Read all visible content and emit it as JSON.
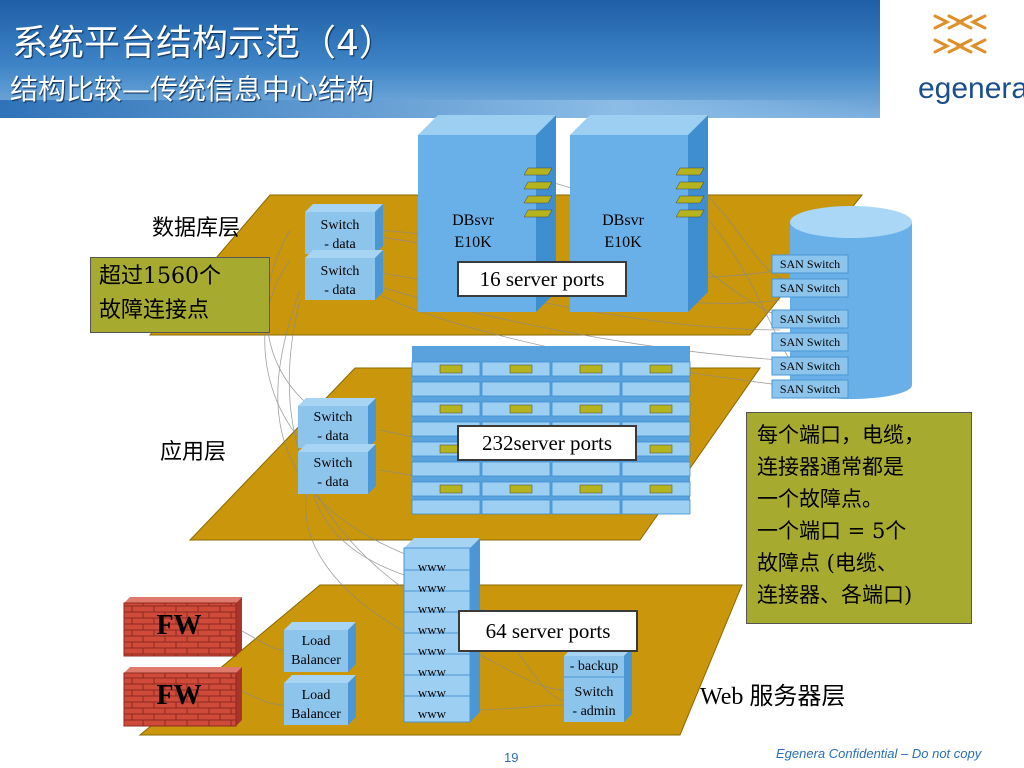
{
  "header": {
    "title": "系统平台结构示范（4）",
    "subtitle": "结构比较—传统信息中心结构",
    "logo": "egenera"
  },
  "layers": {
    "db": "数据库层",
    "app": "应用层",
    "web": "Web 服务器层"
  },
  "notes": {
    "left": [
      "超过1560个",
      "故障连接点"
    ],
    "right": [
      "每个端口，电缆，",
      "连接器通常都是",
      "一个故障点。",
      "一个端口 = 5个",
      "故障点 (电缆、",
      "连接器、各端口)"
    ]
  },
  "db_servers": [
    {
      "name": "DBsvr",
      "model": "E10K"
    },
    {
      "name": "DBsvr",
      "model": "E10K"
    }
  ],
  "db_switches": [
    {
      "line1": "Switch",
      "line2": "- data"
    },
    {
      "line1": "Switch",
      "line2": "- data"
    }
  ],
  "app_switches": [
    {
      "line1": "Switch",
      "line2": "- data"
    },
    {
      "line1": "Switch",
      "line2": "- data"
    }
  ],
  "san_switches": [
    "SAN Switch",
    "SAN Switch",
    "SAN Switch",
    "SAN Switch",
    "SAN Switch",
    "SAN Switch"
  ],
  "port_boxes": {
    "db": "16 server ports",
    "app": "232server ports",
    "web": "64 server ports"
  },
  "web_servers": [
    "www",
    "www",
    "www",
    "www",
    "www",
    "www",
    "www",
    "www"
  ],
  "load_balancers": [
    {
      "line1": "Load",
      "line2": "Balancer"
    },
    {
      "line1": "Load",
      "line2": "Balancer"
    }
  ],
  "firewalls": [
    "FW",
    "FW"
  ],
  "web_switch": {
    "backup": "- backup",
    "line1": "Switch",
    "line2": "- admin"
  },
  "footer": {
    "page": "19",
    "confidential": "Egenera Confidential – Do not copy"
  },
  "colors": {
    "platform": "#c9960c",
    "server_blue": "#6ab0e8",
    "note_bg": "#a6ab2f",
    "firewall": "#d04a3a",
    "header": "#2a6db5"
  }
}
